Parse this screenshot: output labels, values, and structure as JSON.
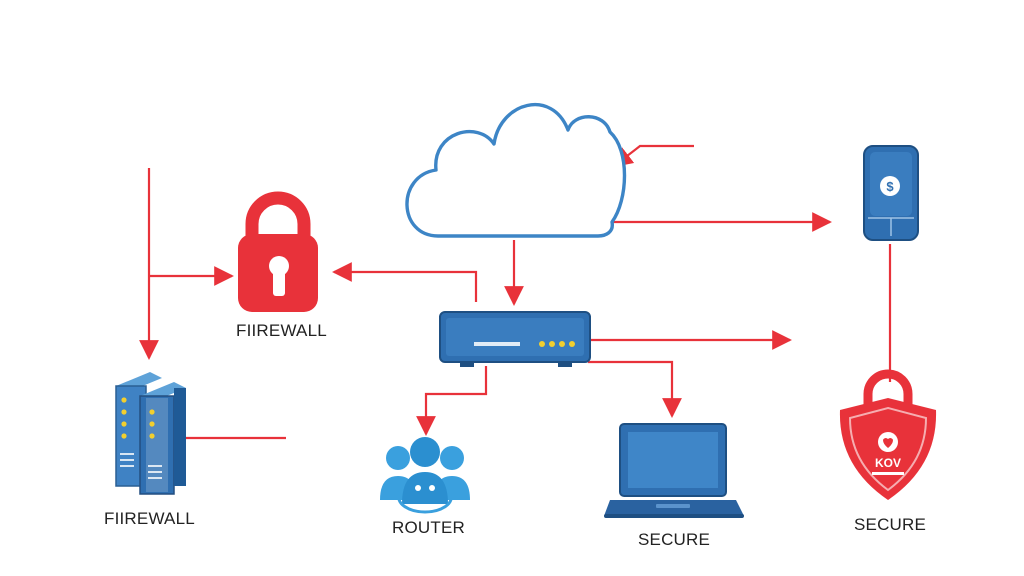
{
  "colors": {
    "accent_red": "#e8323a",
    "primary_blue": "#2f6fb1",
    "light_blue": "#3aa0de",
    "led_yellow": "#f2cf2e"
  },
  "nodes": {
    "cloud": {
      "icon": "cloud-icon"
    },
    "firewall_lock": {
      "icon": "padlock-icon",
      "label": "FIIREWALL"
    },
    "firewall_server": {
      "icon": "server-icon",
      "label": "FIIREWALL"
    },
    "router_device": {
      "icon": "router-device-icon"
    },
    "user_group": {
      "icon": "user-group-icon",
      "label": "ROUTER"
    },
    "laptop": {
      "icon": "laptop-icon",
      "label": "SECURE"
    },
    "secure_phone": {
      "icon": "phone-icon",
      "badge": "$"
    },
    "secure_shield": {
      "icon": "shield-lock-icon",
      "badge": "KOV",
      "label": "SECURE"
    }
  }
}
